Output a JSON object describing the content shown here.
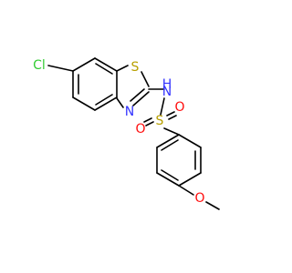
{
  "molecule": {
    "atoms": {
      "cl": {
        "label": "Cl",
        "color": "#33cc33"
      },
      "s_ring": {
        "label": "S",
        "color": "#b8a000"
      },
      "n_ring": {
        "label": "N",
        "color": "#3333ff"
      },
      "n_amide": {
        "label": "N",
        "color": "#3333ff"
      },
      "h_amide": {
        "label": "H",
        "color": "#3333ff"
      },
      "s_sulfonyl": {
        "label": "S",
        "color": "#b8a000"
      },
      "o_left": {
        "label": "O",
        "color": "#ff0d0d"
      },
      "o_right": {
        "label": "O",
        "color": "#ff0d0d"
      },
      "o_methoxy": {
        "label": "O",
        "color": "#ff0d0d"
      }
    },
    "bond_color": "#000000"
  }
}
